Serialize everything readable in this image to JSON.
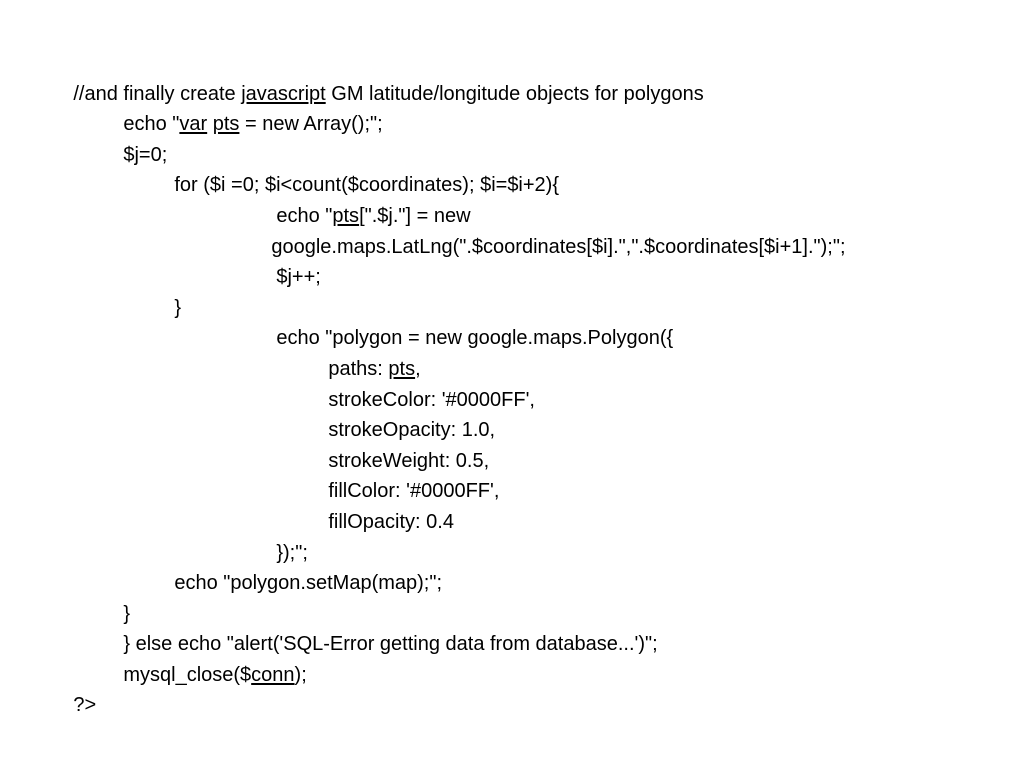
{
  "code": {
    "line1": [
      "//and finally create ",
      "javascript",
      " GM latitude/longitude objects for polygons"
    ],
    "line2": [
      "echo \"",
      "var",
      " ",
      "pts",
      " = new Array();\";"
    ],
    "line3": "$j=0;",
    "line4": "for ($i =0; $i<count($coordinates); $i=$i+2){",
    "line5": [
      "echo \"",
      "pts",
      "[\".$j.\"] = new"
    ],
    "line6": "google.maps.LatLng(\".$coordinates[$i].\",\".$coordinates[$i+1].\");\";",
    "line7": "$j++;",
    "line8": "}",
    "line9": "echo \"polygon = new google.maps.Polygon({",
    "line10": [
      "paths: ",
      "pts",
      ","
    ],
    "line11": "strokeColor: '#0000FF',",
    "line12": "strokeOpacity: 1.0,",
    "line13": "strokeWeight: 0.5,",
    "line14": "fillColor: '#0000FF',",
    "line15": "fillOpacity: 0.4",
    "line16": "});\";",
    "line17": "echo \"polygon.setMap(map);\";",
    "line18": "}",
    "line19": "} else echo \"alert('SQL-Error getting data from database...')\";",
    "line20": [
      "mysql_close($",
      "conn",
      ");"
    ],
    "line21": "?>"
  }
}
